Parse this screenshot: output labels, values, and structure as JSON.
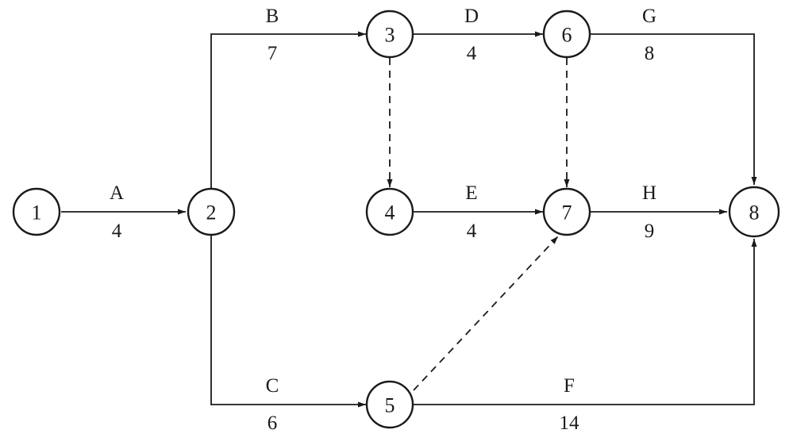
{
  "nodes": [
    {
      "id": "1",
      "label": "1"
    },
    {
      "id": "2",
      "label": "2"
    },
    {
      "id": "3",
      "label": "3"
    },
    {
      "id": "4",
      "label": "4"
    },
    {
      "id": "5",
      "label": "5"
    },
    {
      "id": "6",
      "label": "6"
    },
    {
      "id": "7",
      "label": "7"
    },
    {
      "id": "8",
      "label": "8"
    }
  ],
  "activities": [
    {
      "name": "A",
      "duration": "4",
      "from": "1",
      "to": "2"
    },
    {
      "name": "B",
      "duration": "7",
      "from": "2",
      "to": "3"
    },
    {
      "name": "C",
      "duration": "6",
      "from": "2",
      "to": "5"
    },
    {
      "name": "D",
      "duration": "4",
      "from": "3",
      "to": "6"
    },
    {
      "name": "E",
      "duration": "4",
      "from": "4",
      "to": "7"
    },
    {
      "name": "F",
      "duration": "14",
      "from": "5",
      "to": "8"
    },
    {
      "name": "G",
      "duration": "8",
      "from": "6",
      "to": "8"
    },
    {
      "name": "H",
      "duration": "9",
      "from": "7",
      "to": "8"
    }
  ],
  "dummy_activities": [
    {
      "from": "3",
      "to": "4"
    },
    {
      "from": "6",
      "to": "7"
    },
    {
      "from": "5",
      "to": "7"
    }
  ]
}
